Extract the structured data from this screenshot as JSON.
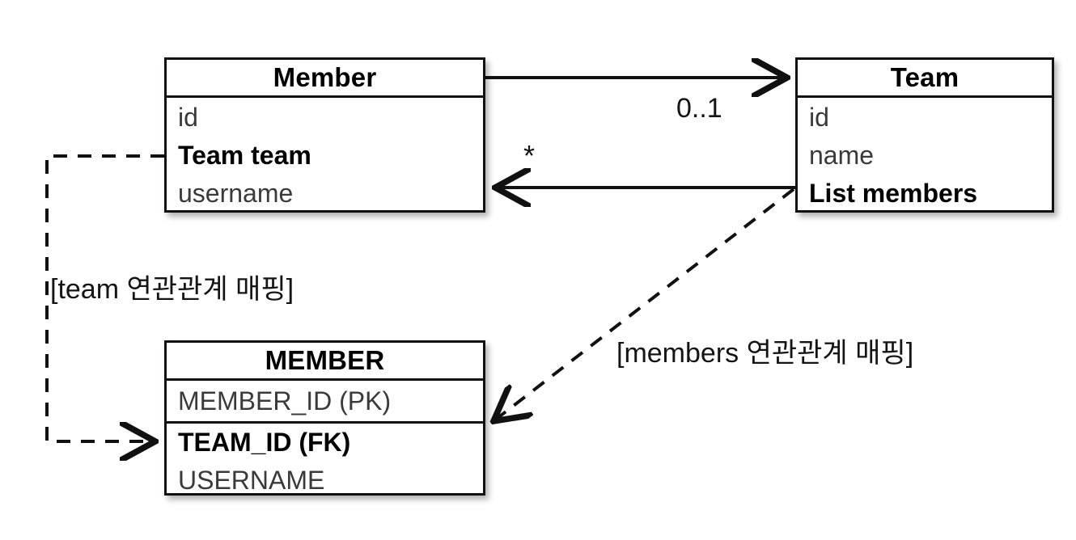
{
  "diagram": {
    "type": "uml-class-to-erd-mapping",
    "boxes": [
      {
        "id": "member-class",
        "title": "Member",
        "attributes": [
          {
            "text": "id",
            "bold": false
          },
          {
            "text": "Team team",
            "bold": true
          },
          {
            "text": "username",
            "bold": false
          }
        ]
      },
      {
        "id": "team-class",
        "title": "Team",
        "attributes": [
          {
            "text": "id",
            "bold": false
          },
          {
            "text": "name",
            "bold": false
          },
          {
            "text": "List members",
            "bold": true
          }
        ]
      },
      {
        "id": "member-table",
        "title": "MEMBER",
        "attributes": [
          {
            "text": "MEMBER_ID (PK)",
            "bold": false
          },
          {
            "text": "TEAM_ID (FK)",
            "bold": true
          },
          {
            "text": "USERNAME",
            "bold": false
          }
        ]
      }
    ],
    "multiplicity": {
      "member_to_team": "0..1",
      "team_to_member": "*"
    },
    "annotations": {
      "team_mapping": "[team 연관관계 매핑]",
      "members_mapping": "[members 연관관계 매핑]"
    },
    "colors": {
      "stroke": "#111111",
      "text": "#000000",
      "muted_text": "#3a3a3a",
      "background": "#ffffff"
    }
  }
}
